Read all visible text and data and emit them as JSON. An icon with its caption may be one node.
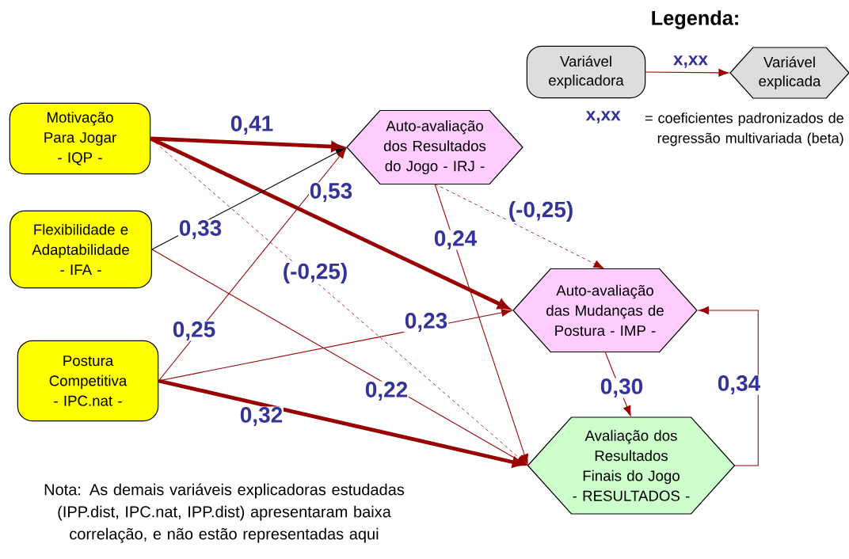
{
  "diagram": {
    "nodes": [
      {
        "text": [
          "Motivação Para Jogar",
          "- IQP -"
        ]
      },
      {
        "text": [
          "Flexibilidade e Adaptabilidade",
          "- IFA -"
        ]
      },
      {
        "text": [
          "Postura Competitiva",
          "- IPC.nat -"
        ]
      },
      {
        "text": [
          "Auto-avaliação dos Resultados do Jogo - IRJ -"
        ]
      },
      {
        "text": [
          "Auto-avaliação das Mudanças de Postura - IMP -"
        ]
      },
      {
        "text": [
          "Avaliação dos Resultados Finais do Jogo",
          "- RESULTADOS -"
        ]
      },
      {
        "text": [
          "Variável explicadora"
        ]
      },
      {
        "text": [
          "Variável explicada"
        ]
      }
    ],
    "edges": [
      {
        "from": 0,
        "to": 3,
        "arrow": "to",
        "label": "0,41",
        "style": "thick"
      },
      {
        "from": 0,
        "to": 4,
        "arrow": "to",
        "label": "0,53",
        "style": "thick"
      },
      {
        "from": 0,
        "to": 5,
        "arrow": "to",
        "label": "(-0,25)",
        "style": "dashed"
      },
      {
        "from": 1,
        "to": 3,
        "arrow": "to",
        "label": "0,33",
        "color": "#000000"
      },
      {
        "from": 1,
        "to": 5,
        "arrow": "to",
        "label": "0,22"
      },
      {
        "from": 2,
        "to": 3,
        "arrow": "to",
        "label": "0,25"
      },
      {
        "from": 2,
        "to": 4,
        "arrow": "to",
        "label": "0,23"
      },
      {
        "from": 2,
        "to": 5,
        "arrow": "to",
        "label": "0,32",
        "style": "thick"
      },
      {
        "from": 3,
        "to": 4,
        "arrow": "to",
        "label": "(-0,25)",
        "style": "dashed"
      },
      {
        "from": 3,
        "to": 5,
        "arrow": "to",
        "label": "0,24"
      },
      {
        "from": 4,
        "to": 5,
        "arrow": "to",
        "label": "0,30"
      },
      {
        "from": 5,
        "to": 4,
        "arrow": "to",
        "label": "0,34"
      },
      {
        "from": 6,
        "to": 7,
        "arrow": "to",
        "label": "x,xx"
      }
    ],
    "labels": [
      "Legenda:",
      "x,xx",
      "= coeficientes padronizados de regressão multivariada (beta)",
      "Nota: As demais variáveis explicadoras estudadas (IPP.dist, IPC.nat, IPP.dist) apresentaram baixa correlação, e não estão representadas aqui"
    ]
  }
}
